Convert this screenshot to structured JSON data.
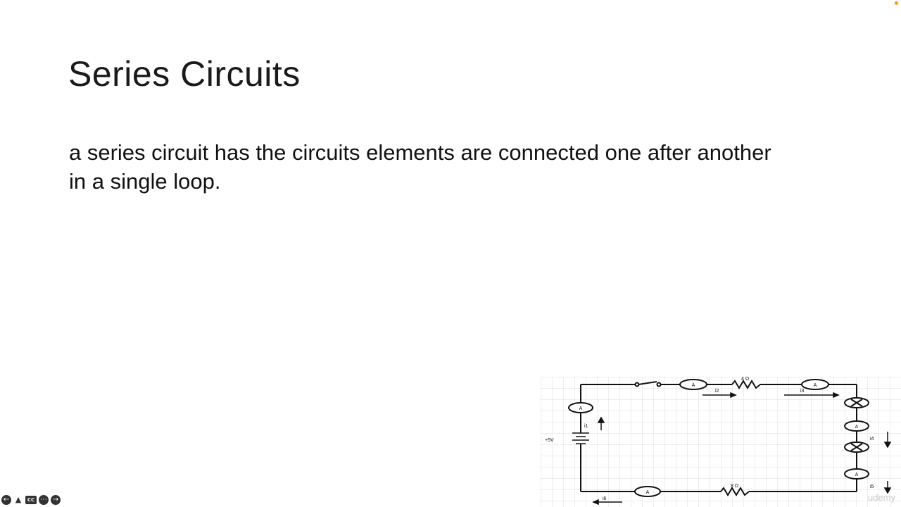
{
  "slide": {
    "title": "Series Circuits",
    "body": "a series circuit has the circuits elements are connected one after another in a single loop."
  },
  "diagram": {
    "battery_label": "+5V",
    "resistor_top_label": "4 Ω",
    "resistor_bottom_label": "8 Ω",
    "ammeter_label": "A",
    "current_labels": [
      "i1",
      "i2",
      "i3",
      "i4",
      "i5",
      "i6"
    ]
  },
  "controls": {
    "prev_icon": "arrow-left-icon",
    "marker_icon": "marker-icon",
    "cc_label": "CC",
    "more_icon": "more-icon",
    "next_icon": "arrow-right-icon"
  },
  "watermark": "udemy",
  "colors": {
    "background": "#ffffff",
    "text": "#111111",
    "grid": "#d9d9d9",
    "accent_dot": "#f29d1f"
  }
}
